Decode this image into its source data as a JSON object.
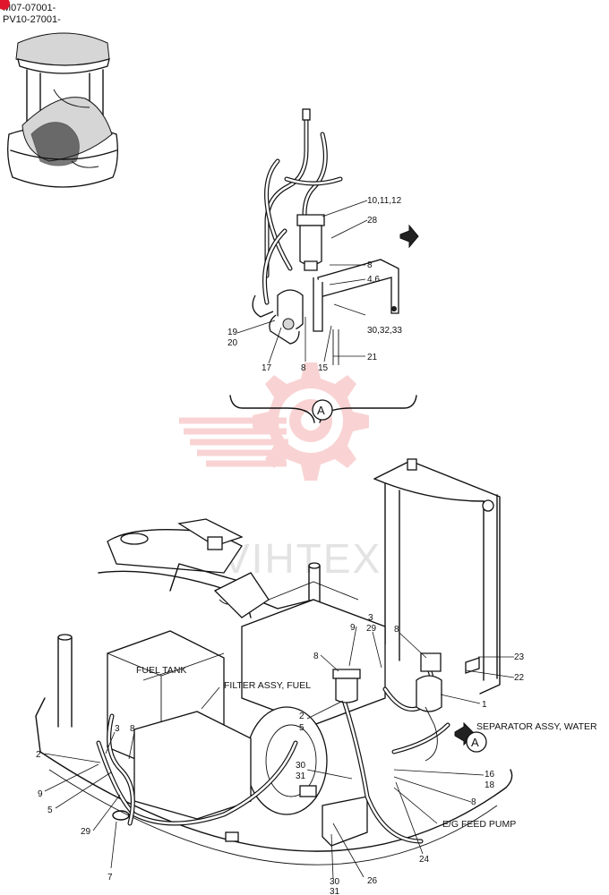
{
  "serial_numbers": [
    "M07-07001-",
    "PV10-27001-"
  ],
  "detail_view_label": "A",
  "section_label": "A",
  "watermark_text": "VIHTEX",
  "colors": {
    "watermark": "#f5b0b0",
    "corner_marker": "#e0172c",
    "line": "#111111"
  },
  "callouts": {
    "c_10_11_12": "10,11,12",
    "c_28": "28",
    "c_8_top": "8",
    "c_4_6": "4,6",
    "c_19": "19",
    "c_20": "20",
    "c_30_32_33": "30,32,33",
    "c_17": "17",
    "c_8_mid": "8",
    "c_15": "15",
    "c_21": "21",
    "c_3_29_top": "3",
    "c_29_b": "29",
    "c_9_center": "9",
    "c_8_center": "8",
    "c_8_right": "8",
    "c_23": "23",
    "c_22": "22",
    "c_1": "1",
    "c_2_center": "2",
    "c_5_center": "5",
    "c_3_left": "3",
    "c_8_left": "8",
    "c_2_left": "2",
    "c_9_left": "9",
    "c_5_left": "5",
    "c_29_left": "29",
    "c_7": "7",
    "c_30_center": "30",
    "c_31_center": "31",
    "c_16": "16",
    "c_18": "18",
    "c_8_lower": "8",
    "c_24": "24",
    "c_26": "26",
    "c_30_bottom": "30",
    "c_31_bottom": "31"
  },
  "part_names": {
    "fuel_tank": "FUEL TANK",
    "filter_assy": "FILTER ASSY, FUEL",
    "separator_assy": "SEPARATOR ASSY, WATER",
    "feed_pump": "E/G FEED PUMP"
  }
}
